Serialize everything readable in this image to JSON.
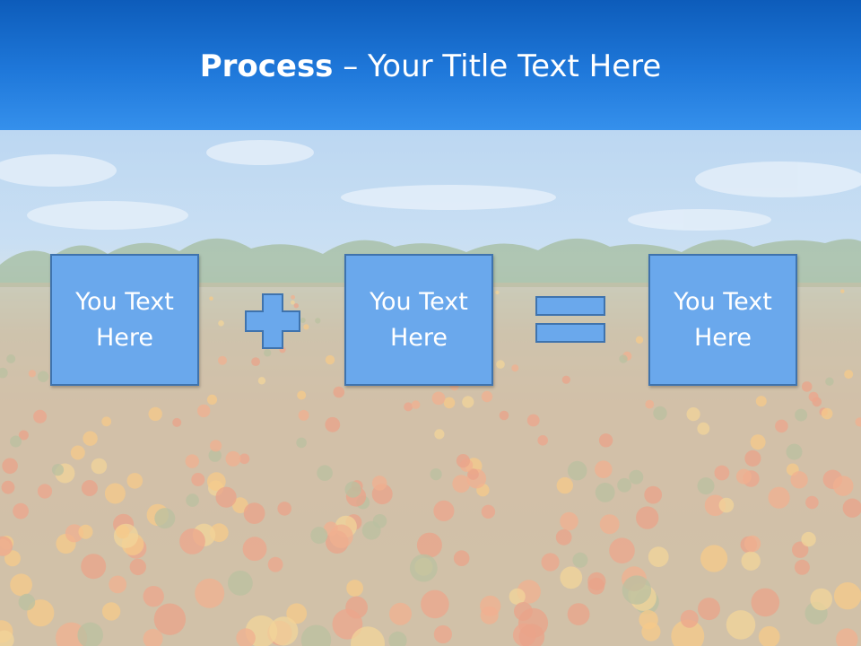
{
  "slide": {
    "title_bold": "Process",
    "title_rest": " – Your Title Text Here"
  },
  "steps": [
    {
      "text": "You Text Here"
    },
    {
      "text": "You Text Here"
    },
    {
      "text": "You Text Here"
    }
  ],
  "operators": [
    "plus-icon",
    "equals-icon"
  ],
  "colors": {
    "header_top": "#0d5cba",
    "header_bottom": "#3590ec",
    "box_fill": "#6aa8ec",
    "box_border": "#3f73ad"
  }
}
